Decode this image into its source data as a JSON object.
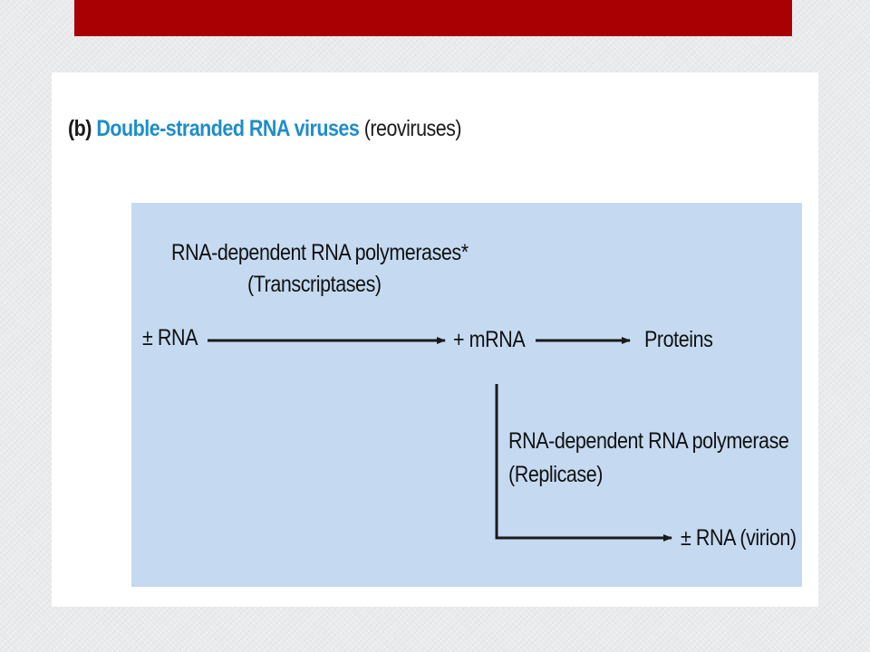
{
  "colors": {
    "top_bar": "#a80003",
    "panel_background": "#ffffff",
    "diagram_background": "#c5daf1",
    "heading_accent": "#1f8dc9",
    "arrow": "#1a1a1a"
  },
  "heading": {
    "prefix": "(b)",
    "main": "Double-stranded RNA viruses",
    "suffix": "(reoviruses)"
  },
  "diagram": {
    "enzyme_top_line1": "RNA-dependent RNA polymerases*",
    "enzyme_top_line2": "(Transcriptases)",
    "node_start": "± RNA",
    "node_mrna": "+ mRNA",
    "node_proteins": "Proteins",
    "enzyme_bottom_line1": "RNA-dependent RNA polymerase",
    "enzyme_bottom_line2": "(Replicase)",
    "node_virion": "± RNA (virion)"
  }
}
